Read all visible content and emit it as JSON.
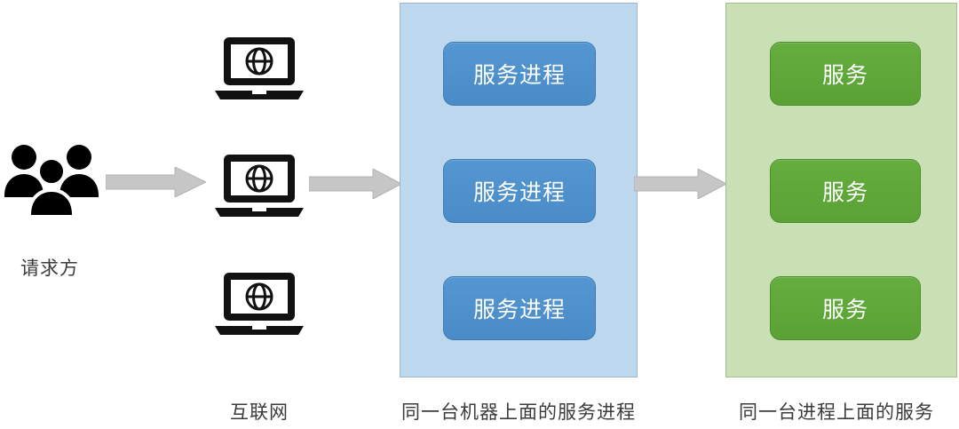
{
  "diagram": {
    "title": "Service process architecture diagram",
    "colors": {
      "arrow": "#c6c6c6",
      "arrow_border": "#b0b0b0",
      "process_container_fill": "#bdd7ee",
      "process_container_border": "#9ab4cb",
      "process_box_fill": "#4a8cc8",
      "service_container_fill": "#c9e0b4",
      "service_container_border": "#a2bf8b",
      "service_box_fill": "#5aa235",
      "icon": "#000000",
      "text": "#3b3b3b"
    }
  },
  "requester": {
    "icon": "people-group-icon",
    "label": "请求方"
  },
  "internet": {
    "icon": "laptop-globe-icon",
    "caption": "互联网",
    "nodes": [
      {
        "icon": "laptop-globe-icon"
      },
      {
        "icon": "laptop-globe-icon"
      },
      {
        "icon": "laptop-globe-icon"
      }
    ]
  },
  "process_machine": {
    "caption": "同一台机器上面的服务进程",
    "boxes": [
      {
        "label": "服务进程"
      },
      {
        "label": "服务进程"
      },
      {
        "label": "服务进程"
      }
    ]
  },
  "service_process": {
    "caption": "同一台进程上面的服务",
    "boxes": [
      {
        "label": "服务"
      },
      {
        "label": "服务"
      },
      {
        "label": "服务"
      }
    ]
  },
  "arrows": [
    {
      "name": "requester-to-internet"
    },
    {
      "name": "internet-to-processes"
    },
    {
      "name": "processes-to-services"
    }
  ]
}
